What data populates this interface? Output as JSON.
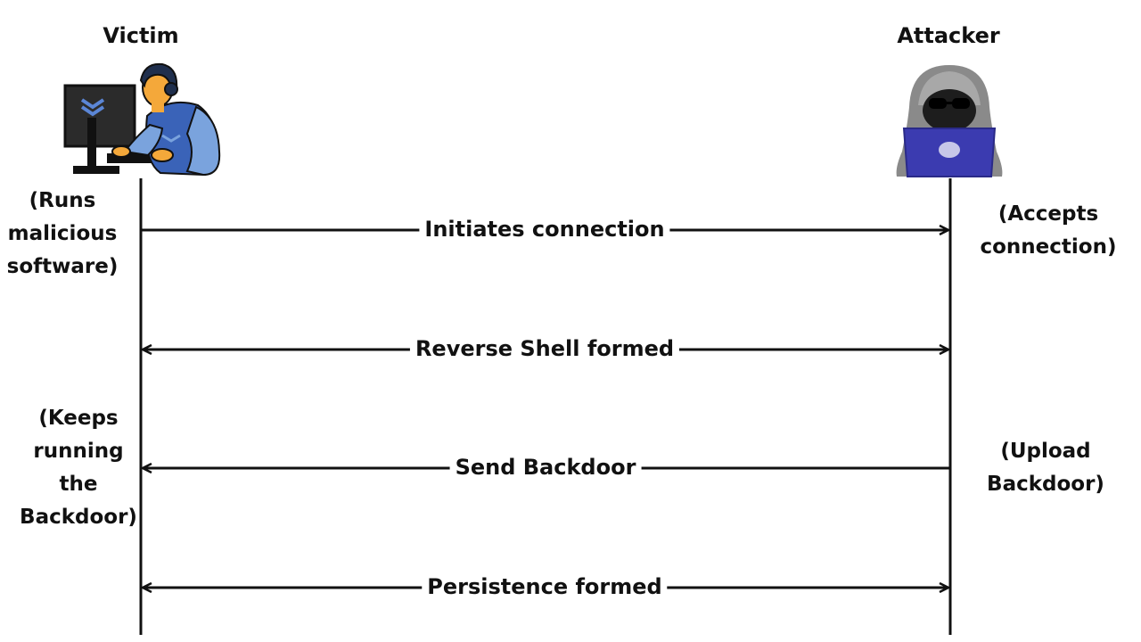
{
  "actors": {
    "victim": {
      "label": "Victim"
    },
    "attacker": {
      "label": "Attacker"
    }
  },
  "notes": {
    "victim_runs": "(Runs\nmalicious\nsoftware)",
    "attacker_accepts": "(Accepts\nconnection)",
    "victim_keeps": "(Keeps\nrunning\nthe\nBackdoor)",
    "attacker_upload": "(Upload\nBackdoor)"
  },
  "messages": [
    {
      "label": "Initiates connection",
      "direction": "victim-to-attacker"
    },
    {
      "label": "Reverse Shell formed",
      "direction": "bidirectional"
    },
    {
      "label": "Send Backdoor",
      "direction": "attacker-to-victim"
    },
    {
      "label": "Persistence formed",
      "direction": "bidirectional"
    }
  ],
  "colors": {
    "line": "#111111",
    "shirt": "#3a63b8",
    "sleeve": "#7aa3dd",
    "skin": "#f4a83a",
    "hood": "#8a8a8a",
    "laptop": "#3b3bb0"
  },
  "icons": {
    "victim": "person-at-computer-icon",
    "attacker": "hooded-hacker-with-laptop-icon"
  }
}
